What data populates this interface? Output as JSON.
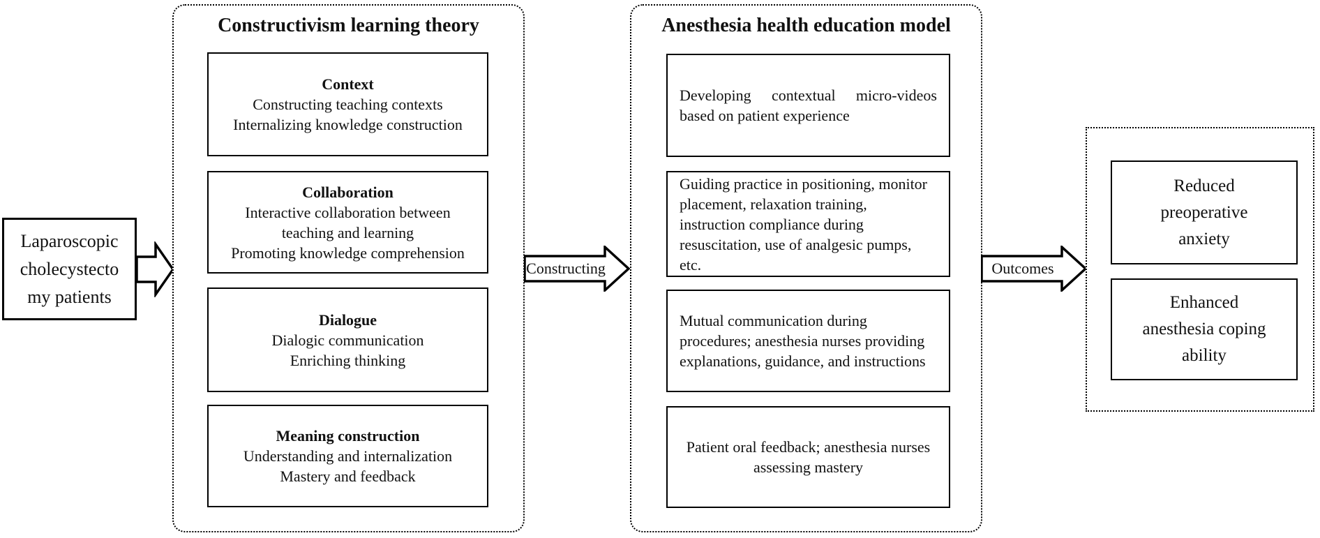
{
  "colors": {
    "ink": "#111111",
    "background": "#ffffff"
  },
  "source_box": {
    "lines": [
      "Laparoscopic",
      "cholecystecto",
      "my patients"
    ]
  },
  "arrows": {
    "constructing": "Constructing",
    "outcomes": "Outcomes"
  },
  "theory_panel": {
    "title": "Constructivism learning theory",
    "boxes": [
      {
        "heading": "Context",
        "lines": [
          "Constructing teaching contexts",
          "Internalizing knowledge construction"
        ]
      },
      {
        "heading": "Collaboration",
        "lines": [
          "Interactive collaboration between",
          "teaching and learning",
          "Promoting knowledge comprehension"
        ]
      },
      {
        "heading": "Dialogue",
        "lines": [
          "Dialogic communication",
          "Enriching thinking"
        ]
      },
      {
        "heading": "Meaning construction",
        "lines": [
          "Understanding and internalization",
          "Mastery and feedback"
        ]
      }
    ]
  },
  "model_panel": {
    "title": "Anesthesia health education model",
    "boxes": [
      {
        "lines": [
          "Developing contextual micro-videos",
          "based on patient experience"
        ]
      },
      {
        "lines": [
          "Guiding practice in positioning, monitor",
          "placement, relaxation training,",
          "instruction compliance during",
          "resuscitation, use of analgesic pumps,",
          "etc."
        ]
      },
      {
        "lines": [
          "Mutual communication during",
          "procedures; anesthesia nurses providing",
          "explanations, guidance, and instructions"
        ]
      },
      {
        "lines": [
          "Patient oral feedback; anesthesia nurses",
          "assessing mastery"
        ]
      }
    ]
  },
  "outcomes_panel": {
    "boxes": [
      {
        "lines": [
          "Reduced",
          "preoperative",
          "anxiety"
        ]
      },
      {
        "lines": [
          "Enhanced",
          "anesthesia coping",
          "ability"
        ]
      }
    ]
  }
}
